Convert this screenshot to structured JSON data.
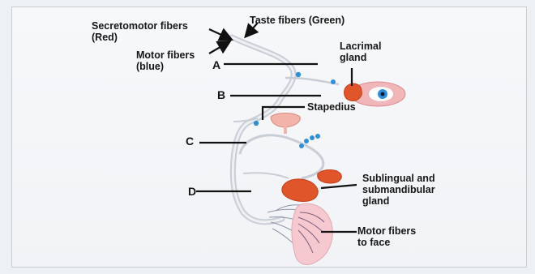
{
  "labels": {
    "secretomotor_line1": "Secretomotor fibers",
    "secretomotor_line2": "(Red)",
    "taste": "Taste fibers (Green)",
    "motor_line1": "Motor fibers",
    "motor_line2": "(blue)",
    "letter_a": "A",
    "letter_b": "B",
    "letter_c": "C",
    "letter_d": "D",
    "lacrimal_line1": "Lacrimal",
    "lacrimal_line2": "gland",
    "stapedius": "Stapedius",
    "sublingual_line1": "Sublingual and",
    "sublingual_line2": "submandibular",
    "sublingual_line3": "gland",
    "face_line1": "Motor fibers",
    "face_line2": "to face"
  },
  "colors": {
    "nerve": "#c8cdd6",
    "nerve_dark": "#8d95a5",
    "motor_dot": "#2f8fd8",
    "gland": "#e0552a",
    "gland_dark": "#c23c1a",
    "eye_skin": "#f1b6b8",
    "face": "#f5c9cf",
    "pointer": "#111111"
  }
}
